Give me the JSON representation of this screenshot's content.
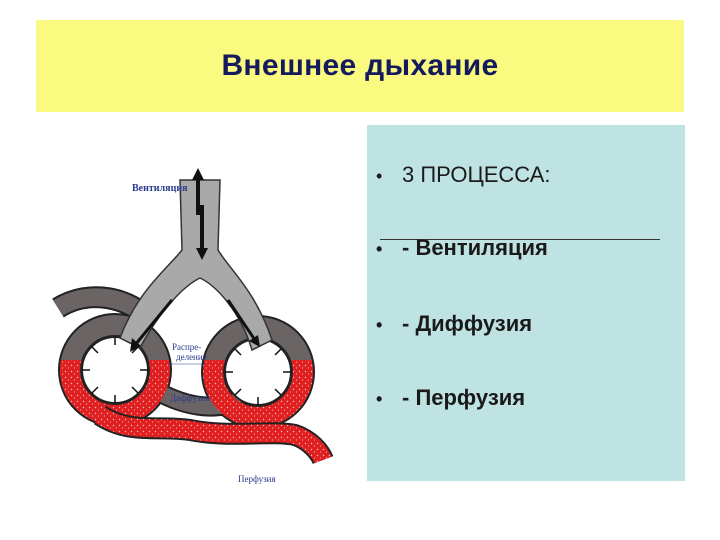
{
  "slide": {
    "title": "Внешнее дыхание",
    "bullets": [
      "3 ПРОЦЕССА:",
      "- Вентиляция",
      "- Диффузия",
      "- Перфузия"
    ],
    "bullet_marker": "•"
  },
  "diagram": {
    "labels": {
      "ventilation": "Вентиляция",
      "distribution_line1": "Распре-",
      "distribution_line2": "деление",
      "diffusion": "Диффузия",
      "perfusion": "Перфузия"
    },
    "colors": {
      "title_band": "#fafa80",
      "panel": "#bfe3e3",
      "airway": "#a9a9a9",
      "venous_blood": "#6b6464",
      "arterial_blood": "#e02020",
      "label_text": "#2a3a8c"
    }
  }
}
